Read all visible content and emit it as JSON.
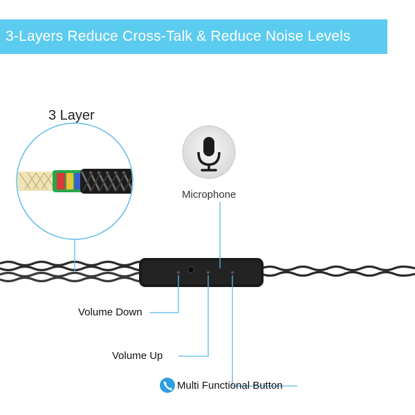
{
  "banner": {
    "title": "3-Layers Reduce Cross-Talk & Reduce Noise Levels",
    "color": "#5ccbf0"
  },
  "cable_detail": {
    "label": "3 Layer",
    "icon": "magnified-cable-cross-section-icon"
  },
  "microphone": {
    "label": "Microphone",
    "icon": "microphone-icon"
  },
  "controls": {
    "volume_down": "Volume Down",
    "volume_up": "Volume Up",
    "multi_function": "Multi Functional Button",
    "multi_function_icon": "phone-icon"
  },
  "colors": {
    "accent": "#5ccbf0",
    "leader_line": "#5ab8e8",
    "remote": "#1a1a1a",
    "cable": "#2b2b2b"
  }
}
